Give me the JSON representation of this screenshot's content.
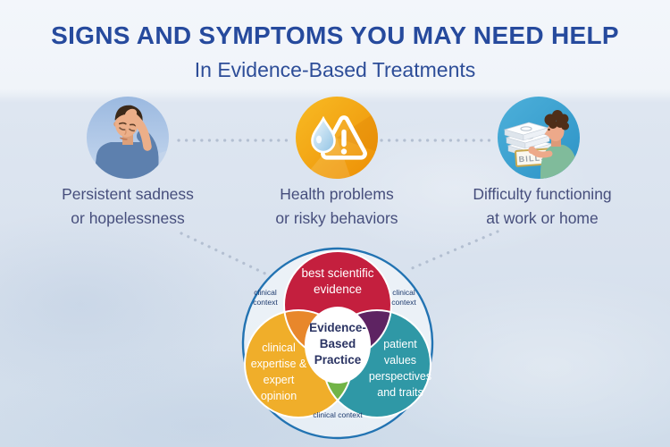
{
  "header": {
    "title": "SIGNS AND SYMPTOMS YOU MAY NEED HELP",
    "subtitle": "In Evidence-Based Treatments"
  },
  "symptoms": [
    {
      "icon": "sad-person-icon",
      "line1": "Persistent sadness",
      "line2": "or hopelessness"
    },
    {
      "icon": "droplet-warning-icon",
      "line1": "Health problems",
      "line2": "or risky behaviors"
    },
    {
      "icon": "unpaid-bills-icon",
      "line1": "Difficulty functioning",
      "line2": "at work or home",
      "bills_tag": "BILLS"
    }
  ],
  "venn": {
    "center": {
      "line1": "Evidence-",
      "line2": "Based",
      "line3": "Practice"
    },
    "top_circle": {
      "label_line1": "best scientific",
      "label_line2": "evidence",
      "color": "#c41f3e"
    },
    "left_circle": {
      "label_line1": "clinical",
      "label_line2": "expertise &",
      "label_line3": "expert",
      "label_line4": "opinion",
      "color": "#f0ae2a"
    },
    "right_circle": {
      "label_line1": "patient",
      "label_line2": "values",
      "label_line3": "perspectives",
      "label_line4": "and traits",
      "color": "#2f98a6"
    },
    "overlap_top_left_color": "#e8872b",
    "overlap_top_right_color": "#5e2362",
    "overlap_bottom_color": "#72b447",
    "outer_border_color": "#2273b2",
    "context_left": {
      "line1": "clinical",
      "line2": "context"
    },
    "context_right": {
      "line1": "clinical",
      "line2": "context"
    },
    "context_bottom": "clinical context"
  },
  "palette": {
    "title_text": "#264a9d",
    "subtitle_text": "#2d4d98",
    "label_text": "#464e7c",
    "dotted_line": "#b3bfd1",
    "background_top": "#f2f5fa",
    "background_bottom": "#d3deeb",
    "icon1_background": "#a8c3e6",
    "icon2_background": "#f2a414",
    "icon3_background": "#3aa3d2"
  }
}
